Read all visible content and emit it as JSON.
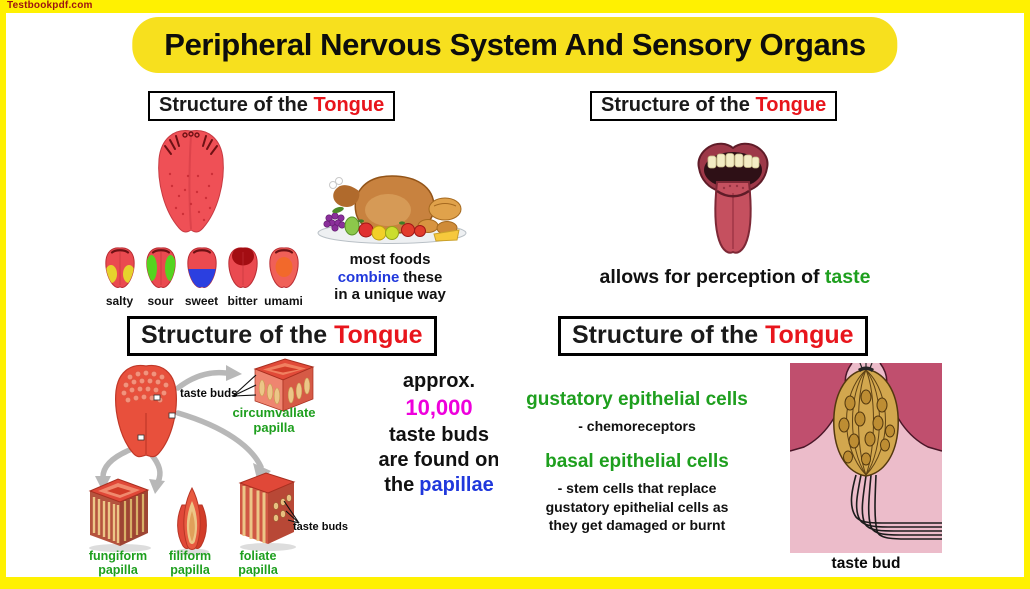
{
  "watermark": "Testbookpdf.com",
  "title": "Peripheral Nervous System And Sensory Organs",
  "header": {
    "prefix": "Structure of the",
    "highlight": "Tongue"
  },
  "taste_panel": {
    "taste_labels": [
      "salty",
      "sour",
      "sweet",
      "bitter",
      "umami"
    ],
    "caption_line1": "most foods",
    "caption_line2_blue": "combine",
    "caption_line2_rest": "these",
    "caption_line3": "in a unique way"
  },
  "perception_panel": {
    "text": "allows for perception of",
    "highlight": "taste"
  },
  "papillae_panel": {
    "taste_buds_label": "taste buds",
    "circumvallate_label": "circumvallate papilla",
    "fungiform_label": "fungiform papilla",
    "filiform_label": "filiform papilla",
    "foliate_label": "foliate papilla",
    "foliate_taste_buds_label": "taste buds",
    "fact_line1": "approx.",
    "fact_number": "10,000",
    "fact_line2": "taste buds",
    "fact_line3": "are found on",
    "fact_line4_black": "the",
    "fact_line4_blue": "papillae"
  },
  "cells_panel": {
    "gustatory_title": "gustatory epithelial cells",
    "gustatory_desc": "- chemoreceptors",
    "basal_title": "basal epithelial cells",
    "basal_desc_line1": "- stem cells that replace",
    "basal_desc_line2": "gustatory epithelial cells as",
    "basal_desc_line3": "they get damaged or burnt",
    "taste_bud_caption": "taste bud"
  },
  "colors": {
    "frame_yellow": "#FFF101",
    "banner_yellow": "#F7E01E",
    "accent_red": "#E8151C",
    "accent_green": "#1E9F1E",
    "accent_blue": "#2038DC",
    "accent_magenta": "#EE00DC",
    "watermark_red": "#9C1212"
  }
}
